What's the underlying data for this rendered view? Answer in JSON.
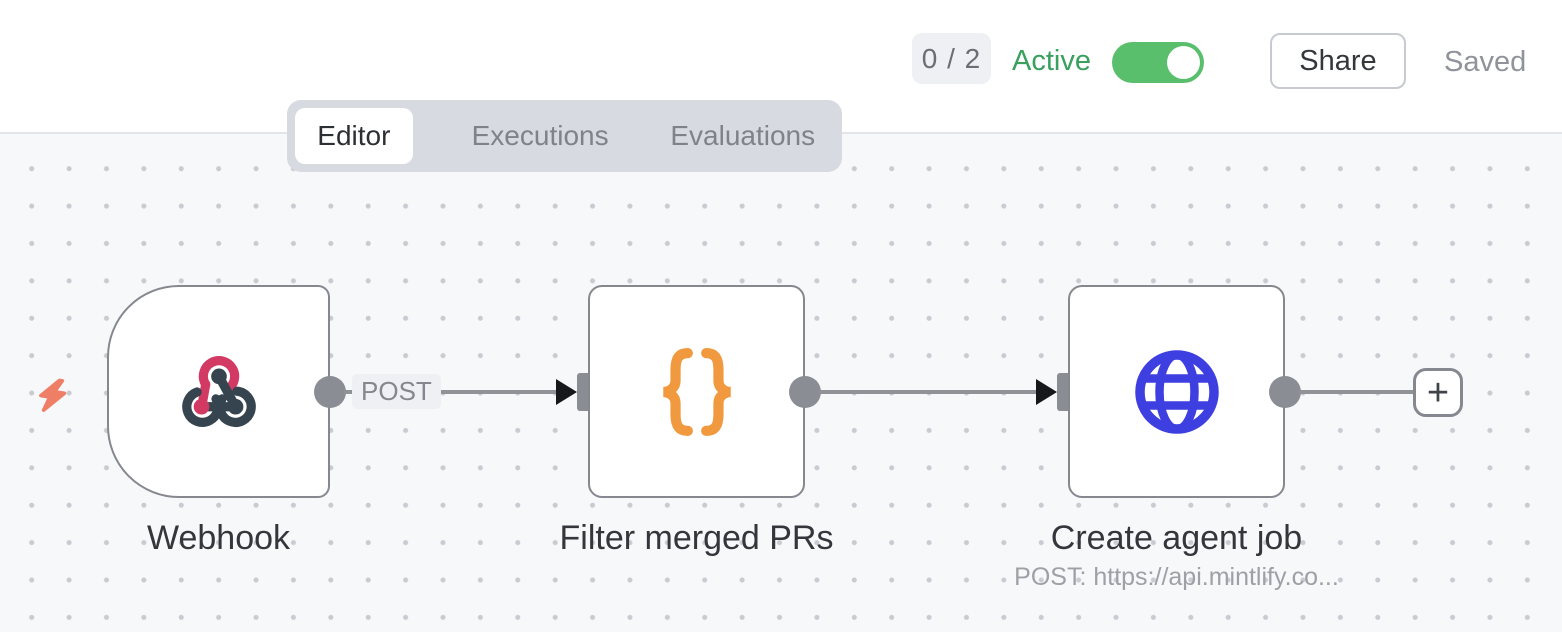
{
  "workflow": {
    "issues_badge": "0 / 2",
    "active_label": "Active",
    "active_state": "on",
    "share_label": "Share",
    "save_status": "Saved"
  },
  "tabs": [
    {
      "label": "Editor",
      "active": true
    },
    {
      "label": "Executions",
      "active": false
    },
    {
      "label": "Evaluations",
      "active": false
    }
  ],
  "canvas": {
    "trigger_indicator_icon": "lightning-bolt-icon",
    "nodes": [
      {
        "name": "Webhook",
        "icon": "webhook-icon",
        "shape": "trigger-rounded-left"
      },
      {
        "name": "Filter merged PRs",
        "icon": "code-braces-icon",
        "shape": "square"
      },
      {
        "name": "Create agent job",
        "icon": "globe-icon",
        "shape": "square",
        "subtitle": "POST: https://api.mintlify.co..."
      }
    ],
    "connections": [
      {
        "from": "Webhook",
        "to": "Filter merged PRs",
        "label": "POST"
      },
      {
        "from": "Filter merged PRs",
        "to": "Create agent job",
        "label": ""
      },
      {
        "from": "Create agent job",
        "to": "add-node-button",
        "label": ""
      }
    ],
    "add_button_label": "+"
  },
  "colors": {
    "canvas_bg": "#f7f8fa",
    "grid_dot": "#c8cbd1",
    "node_border": "#85888f",
    "connector_gray": "#8a8d93",
    "arrow_dark": "#17181b",
    "active_green": "#39a05e",
    "toggle_green": "#5abf6d",
    "tab_bar_bg": "#d7dae1",
    "webhook_pink": "#d23a63",
    "webhook_slate": "#35444f",
    "code_orange": "#f0993f",
    "http_blue": "#3e3fe1",
    "bolt_coral": "#ee7e66"
  }
}
